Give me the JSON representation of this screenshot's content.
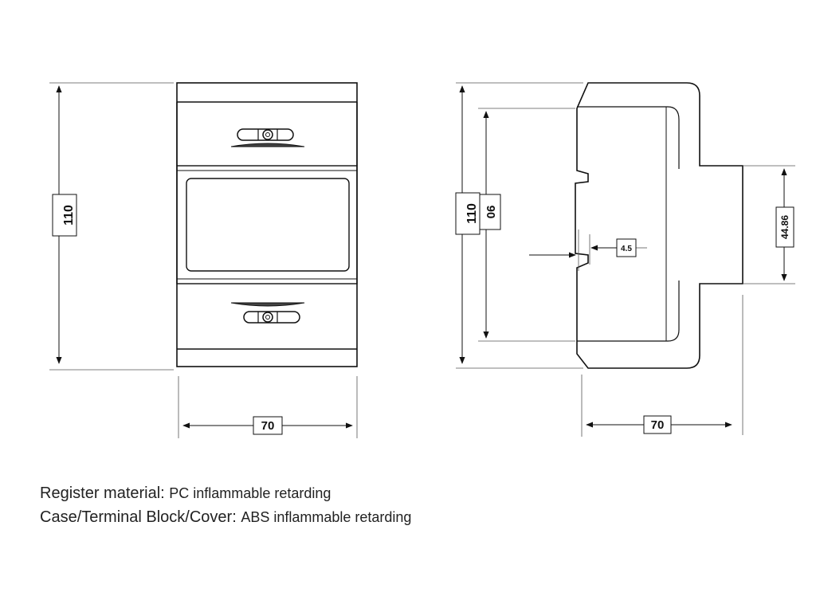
{
  "front_view": {
    "height_label": "110",
    "width_label": "70"
  },
  "side_view": {
    "height_label": "110",
    "inner_height_label": "90",
    "rail_gap_label": "4.5",
    "protrusion_label": "44.86",
    "width_label": "70"
  },
  "specs": [
    {
      "label": "Register material:",
      "value": "PC inflammable retarding"
    },
    {
      "label": "Case/Terminal Block/Cover:",
      "value": "ABS inflammable retarding"
    }
  ],
  "colors": {
    "line": "#111111",
    "thin_line": "#555555",
    "background": "#ffffff"
  }
}
